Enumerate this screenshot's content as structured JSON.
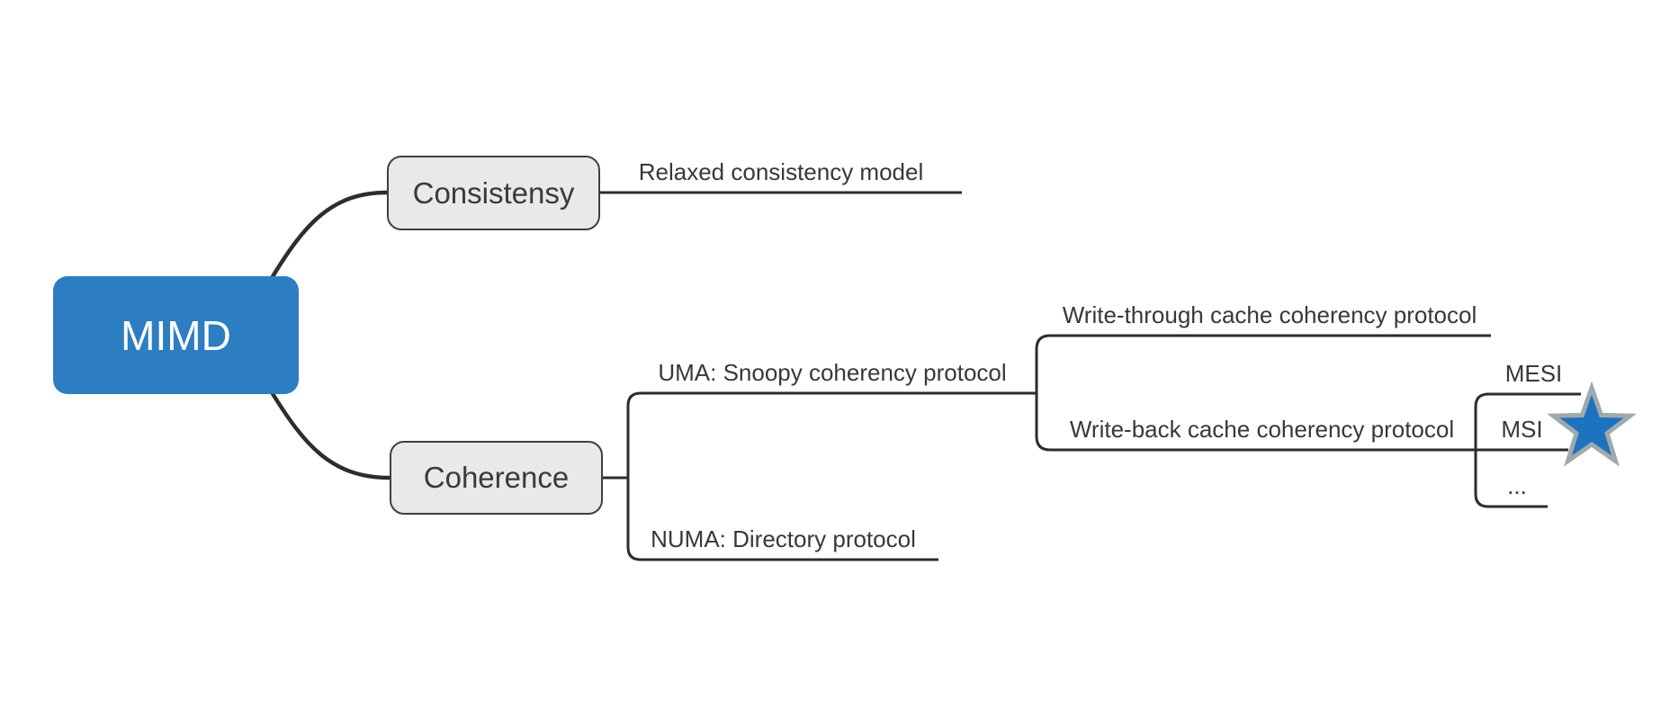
{
  "app": {
    "title": "Mind Map",
    "diagram_type": "mind-map"
  },
  "colors": {
    "background": "#FFFFFF",
    "root_node_fill": "#2D7DC2",
    "root_node_text": "#FFFFFF",
    "topic_node_fill": "#E9E9E9",
    "topic_node_border": "#3F3F3F",
    "connector_line": "#2D2D2D",
    "label_text": "#383838",
    "star_fill": "#1E73BE",
    "star_stroke": "#9FA9AE"
  },
  "map": {
    "root": {
      "label": "MIMD",
      "children": [
        {
          "label": "Consistensy",
          "children": [
            {
              "label": "Relaxed consistency model"
            }
          ]
        },
        {
          "label": "Coherence",
          "children": [
            {
              "label": "UMA: Snoopy coherency protocol",
              "children": [
                {
                  "label": "Write-through cache coherency protocol"
                },
                {
                  "label": "Write-back cache coherency protocol",
                  "children": [
                    {
                      "label": "MESI"
                    },
                    {
                      "label": "MSI",
                      "marker": "star-icon"
                    },
                    {
                      "label": "..."
                    }
                  ]
                }
              ]
            },
            {
              "label": "NUMA: Directory protocol"
            }
          ]
        }
      ]
    }
  }
}
